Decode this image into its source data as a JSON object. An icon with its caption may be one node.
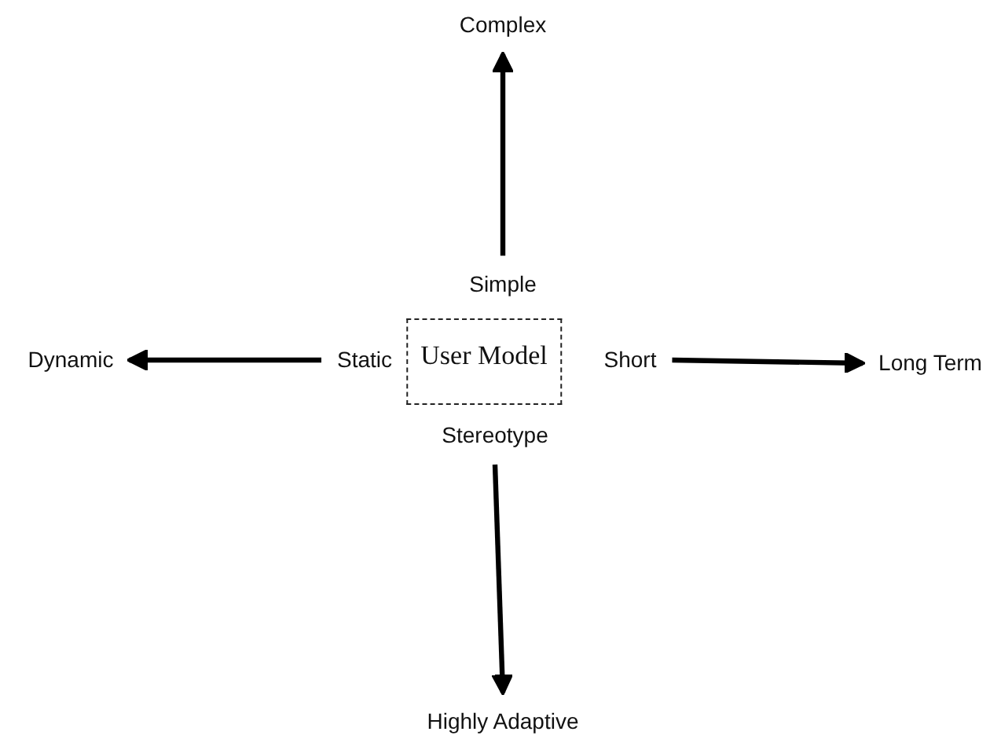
{
  "diagram": {
    "nodes": [
      {
        "text": [
          "User Model"
        ]
      },
      {
        "text": [
          "Simple"
        ]
      },
      {
        "text": [
          "Complex"
        ]
      },
      {
        "text": [
          "Static"
        ]
      },
      {
        "text": [
          "Dynamic"
        ]
      },
      {
        "text": [
          "Short"
        ]
      },
      {
        "text": [
          "Long Term"
        ]
      },
      {
        "text": [
          "Stereotype"
        ]
      },
      {
        "text": [
          "Highly Adaptive"
        ]
      }
    ],
    "edges": [
      {
        "from": 1,
        "to": 2,
        "arrow": "to"
      },
      {
        "from": 3,
        "to": 4,
        "arrow": "to"
      },
      {
        "from": 5,
        "to": 6,
        "arrow": "to"
      },
      {
        "from": 7,
        "to": 8,
        "arrow": "to"
      }
    ]
  }
}
